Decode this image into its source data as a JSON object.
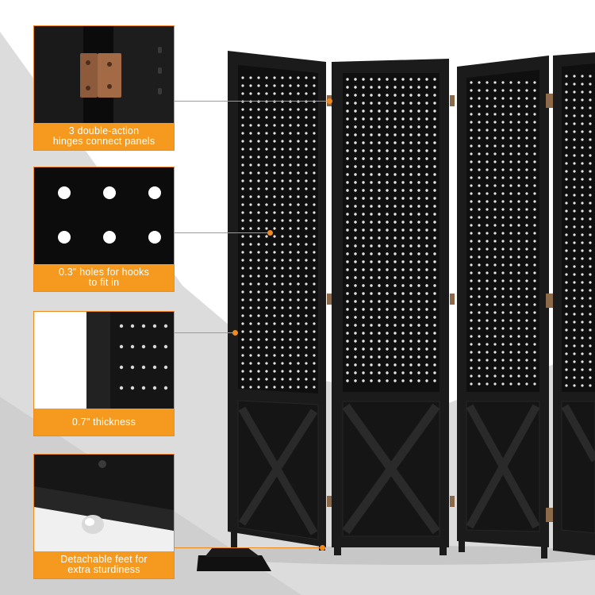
{
  "accent_color": "#f59a1e",
  "callouts": [
    {
      "icon": "hinge-closeup",
      "label": "3 double-action\nhinges connect panels"
    },
    {
      "icon": "pegboard-holes-closeup",
      "label": "0.3\" holes for hooks\nto fit in"
    },
    {
      "icon": "panel-edge-closeup",
      "label": "0.7\" thickness"
    },
    {
      "icon": "detachable-foot-closeup",
      "label": "Detachable feet for\nextra sturdiness"
    }
  ]
}
